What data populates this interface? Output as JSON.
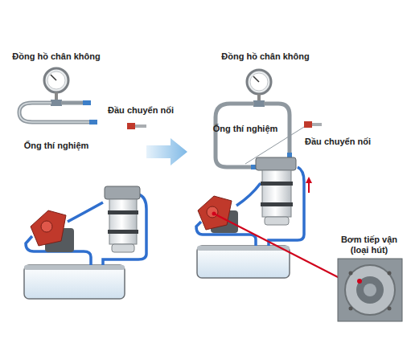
{
  "diagram": {
    "nodes": [
      {
        "text": [
          "Bơm tiếp vận (loại hút)"
        ]
      }
    ],
    "labels": [
      "Đồng hồ chân không",
      "Ống thí nghiệm",
      "Đầu chuyển nối",
      "Đồng hồ chân không",
      "Ống thí nghiệm",
      "Đầu chuyển nối"
    ]
  }
}
